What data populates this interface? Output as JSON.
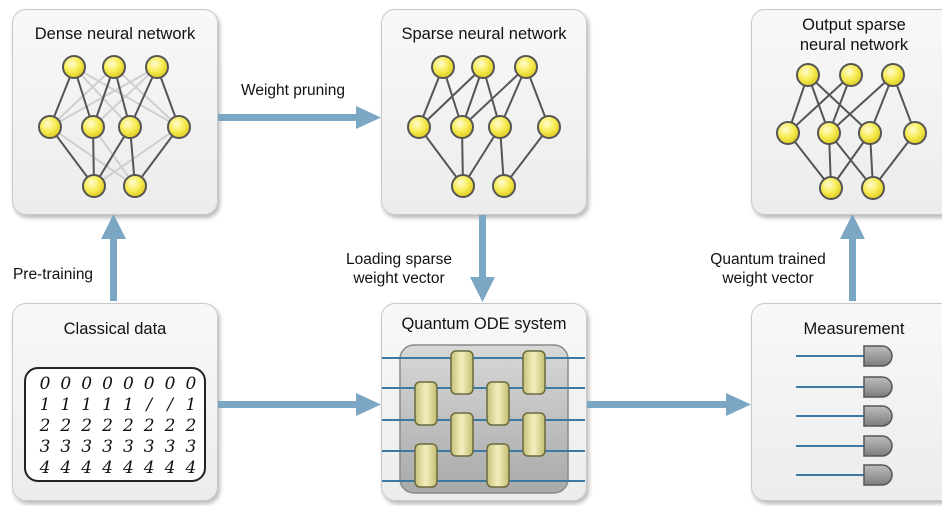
{
  "panels": {
    "dense": "Dense neural network",
    "sparse": "Sparse neural network",
    "output": "Output sparse\nneural network",
    "classical": "Classical data",
    "quantum": "Quantum ODE system",
    "measurement": "Measurement"
  },
  "labels": {
    "weight_pruning": "Weight pruning",
    "pre_training": "Pre-training",
    "loading_sparse": "Loading sparse\nweight vector",
    "quantum_trained": "Quantum trained\nweight vector"
  },
  "digits": [
    [
      "0",
      "0",
      "0",
      "0",
      "0",
      "0",
      "0",
      "0"
    ],
    [
      "1",
      "1",
      "1",
      "1",
      "1",
      "/",
      "/",
      "1"
    ],
    [
      "2",
      "2",
      "2",
      "2",
      "2",
      "2",
      "2",
      "2"
    ],
    [
      "3",
      "3",
      "3",
      "3",
      "3",
      "3",
      "3",
      "3"
    ],
    [
      "4",
      "4",
      "4",
      "4",
      "4",
      "4",
      "4",
      "4"
    ]
  ],
  "colors": {
    "arrow": "#7ba7c4",
    "node": "#f5e84a",
    "gate": "#e4e0a0",
    "wire": "#3c7aa6",
    "meter": "#9a9a9a"
  }
}
